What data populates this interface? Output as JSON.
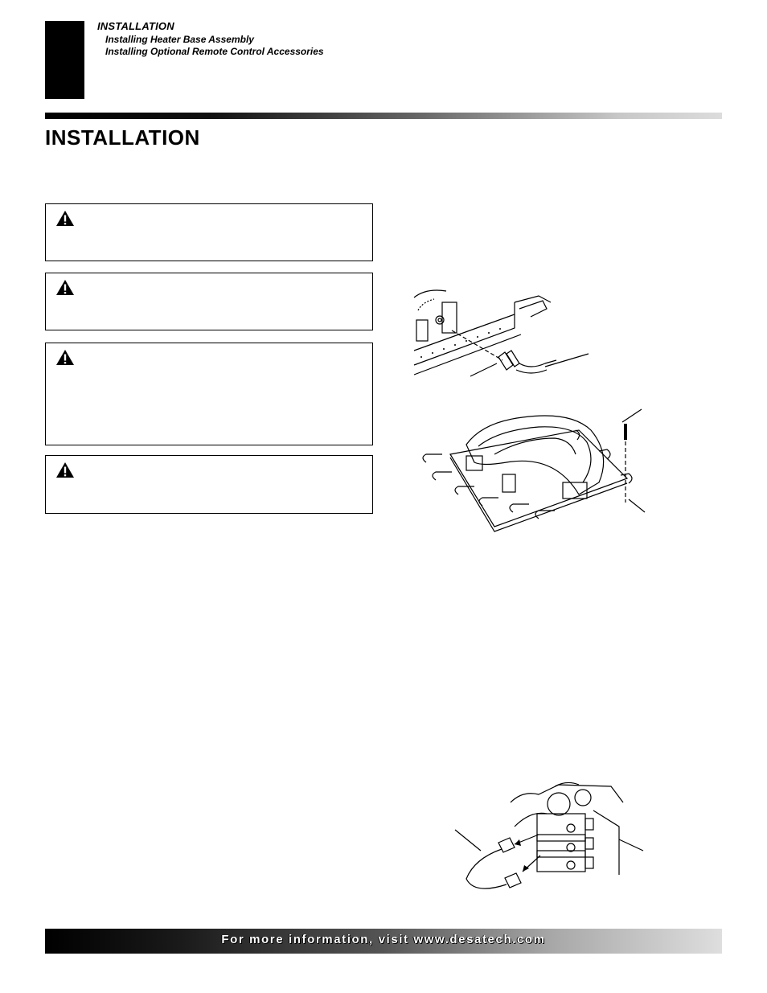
{
  "header": {
    "section": "INSTALLATION",
    "subsections": [
      "Installing Heater Base Assembly",
      "Installing Optional Remote Control Accessories"
    ]
  },
  "page_title": "INSTALLATION",
  "warning_boxes": [
    {
      "icon": "warning-triangle-icon"
    },
    {
      "icon": "warning-triangle-icon"
    },
    {
      "icon": "warning-triangle-icon"
    },
    {
      "icon": "warning-triangle-icon"
    }
  ],
  "footer": {
    "text": "For more information, visit www.desatech.com"
  }
}
